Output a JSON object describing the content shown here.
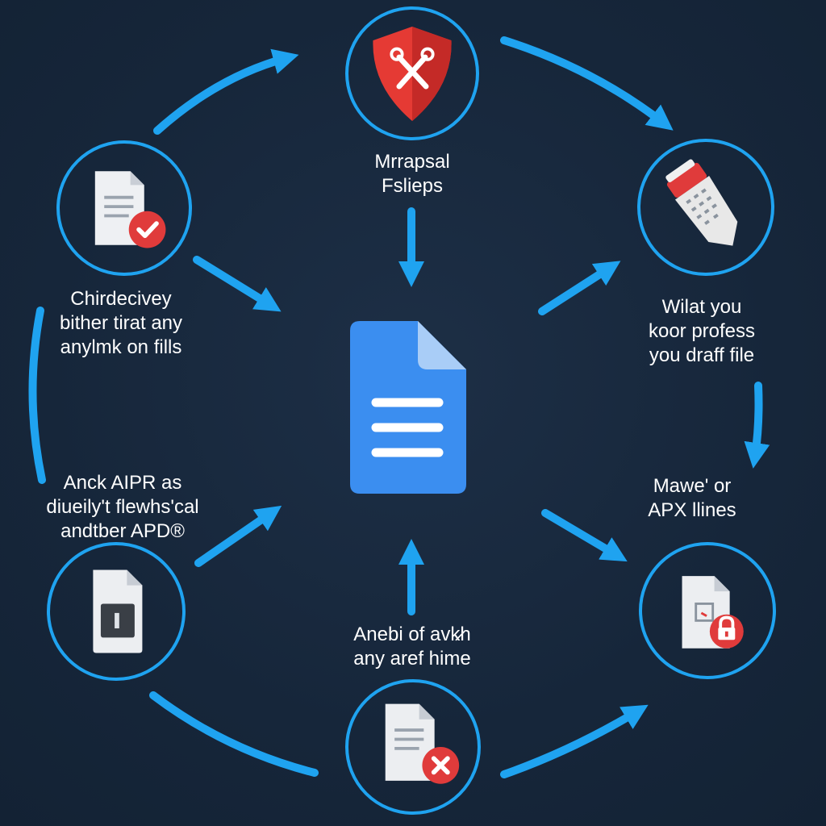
{
  "diagram": {
    "colors": {
      "background": "#17273a",
      "accent": "#1fa3f0",
      "document_blue": "#3b8ef0",
      "alert_red": "#e03b3b"
    },
    "center": {
      "icon": "document-icon"
    },
    "nodes": {
      "top": {
        "icon": "shield-tools-icon",
        "label": [
          "Mrrapsal",
          "Fslieps"
        ]
      },
      "left_upper": {
        "icon": "document-check-icon",
        "label": [
          "Chirdecivey",
          "bither tirat any",
          "anylmk on fills"
        ]
      },
      "right_upper": {
        "icon": "usb-drive-icon",
        "label": [
          "Wilat you",
          "koor profess",
          "you draff file"
        ]
      },
      "left_lower": {
        "icon": "document-lock-badge-icon",
        "label": [
          "Anck AIPR as",
          "diueily't flewhs'cal",
          "andtber APD®"
        ]
      },
      "right_lower": {
        "icon": "document-padlock-icon",
        "label": [
          "Mawe' or",
          "APX llines"
        ]
      },
      "bottom": {
        "icon": "document-x-icon",
        "label": [
          "Anebi of avk̷h",
          "any aref hime"
        ]
      }
    }
  }
}
